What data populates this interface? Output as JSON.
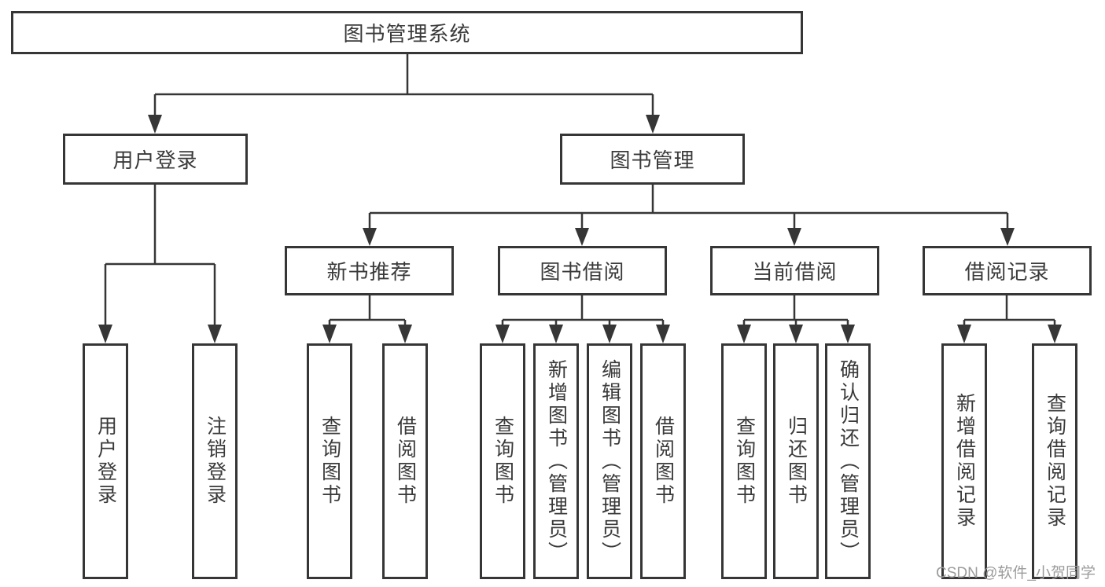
{
  "root": {
    "label": "图书管理系统"
  },
  "level2": {
    "user_login": {
      "label": "用户登录"
    },
    "book_mgmt": {
      "label": "图书管理"
    }
  },
  "level3": {
    "new_books": {
      "label": "新书推荐"
    },
    "book_borrow": {
      "label": "图书借阅"
    },
    "current_borrow": {
      "label": "当前借阅"
    },
    "borrow_records": {
      "label": "借阅记录"
    }
  },
  "leaves": {
    "login": {
      "label": "用户登录"
    },
    "logout": {
      "label": "注销登录"
    },
    "nb_query_books": {
      "label": "查询图书"
    },
    "nb_borrow_books": {
      "label": "借阅图书"
    },
    "bb_query_books": {
      "label": "查询图书"
    },
    "bb_add_books": {
      "label": "新增图书（管理员）"
    },
    "bb_edit_books": {
      "label": "编辑图书（管理员）"
    },
    "bb_borrow_books": {
      "label": "借阅图书"
    },
    "cb_query_books": {
      "label": "查询图书"
    },
    "cb_return_books": {
      "label": "归还图书"
    },
    "cb_confirm_return": {
      "label": "确认归还（管理员）"
    },
    "br_add_record": {
      "label": "新增借阅记录"
    },
    "br_query_record": {
      "label": "查询借阅记录"
    }
  },
  "watermark": {
    "text": "CSDN @软件_小贺同学"
  },
  "colors": {
    "line": "#363636",
    "text": "#3a3a3a",
    "watermark": "#9c9c9c",
    "background": "#ffffff"
  }
}
